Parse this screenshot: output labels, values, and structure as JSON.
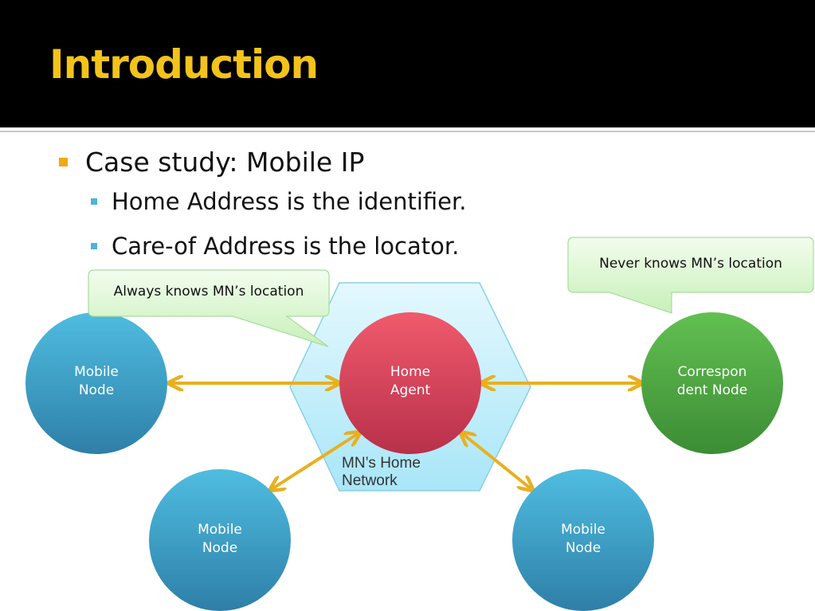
{
  "slide": {
    "title": "Introduction",
    "bullets": {
      "main": "Case study: Mobile IP",
      "sub": [
        "Home Address is the identifier.",
        "Care-of Address is the locator."
      ]
    }
  },
  "diagram": {
    "home_network_label_line1": "MN’s Home",
    "home_network_label_line2": "Network",
    "nodes": {
      "home_agent": {
        "line1": "Home",
        "line2": "Agent"
      },
      "mobile_node_left": {
        "line1": "Mobile",
        "line2": "Node"
      },
      "mobile_node_bottom_left": {
        "line1": "Mobile",
        "line2": "Node"
      },
      "mobile_node_bottom_right": {
        "line1": "Mobile",
        "line2": "Node"
      },
      "correspondent_node": {
        "line1": "Correspon",
        "line2": "dent Node"
      }
    },
    "callouts": {
      "home_agent": "Always knows MN’s location",
      "correspondent": "Never knows MN’s location"
    }
  },
  "colors": {
    "title": "#f2c31a",
    "bullet_main": "#f0a818",
    "bullet_sub": "#4fb3d8",
    "mobile_node": "#3aa3c8",
    "home_agent": "#e24a5e",
    "correspondent": "#52a844",
    "hexagon": "#bfeefc",
    "arrow": "#e8b020",
    "callout": "#d8f7cc"
  }
}
